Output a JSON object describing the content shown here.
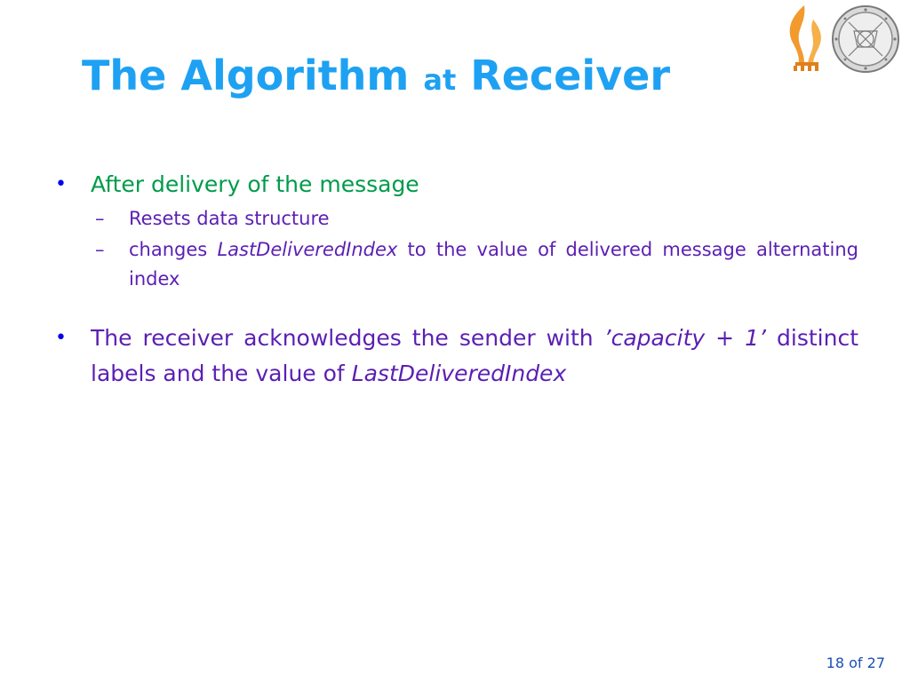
{
  "title": {
    "part1": "The Algorithm",
    "part2": "at",
    "part3": "Receiver"
  },
  "logos": {
    "left": "flame-logo",
    "right": "university-seal-logo"
  },
  "bullets": [
    {
      "marker": "•",
      "text": "After delivery of the message",
      "sub": [
        {
          "marker": "–",
          "text": "Resets data structure"
        },
        {
          "marker": "–",
          "before": "changes ",
          "italic": "LastDeliveredIndex",
          "after": " to the value of delivered message alternating index"
        }
      ]
    },
    {
      "marker": "•",
      "text_start": "The receiver acknowledges the sender with ",
      "italic1": "’capacity + 1’",
      "text_mid": " distinct labels and the value of ",
      "italic2": "LastDeliveredIndex"
    }
  ],
  "footer": {
    "page": "18",
    "of_label": "of",
    "total": "27"
  },
  "colors": {
    "title": "#1ea1f2",
    "green_text": "#009b4a",
    "purple_text": "#5b1fb3",
    "bullet": "#0000ee",
    "footer": "#1c4fb5"
  }
}
